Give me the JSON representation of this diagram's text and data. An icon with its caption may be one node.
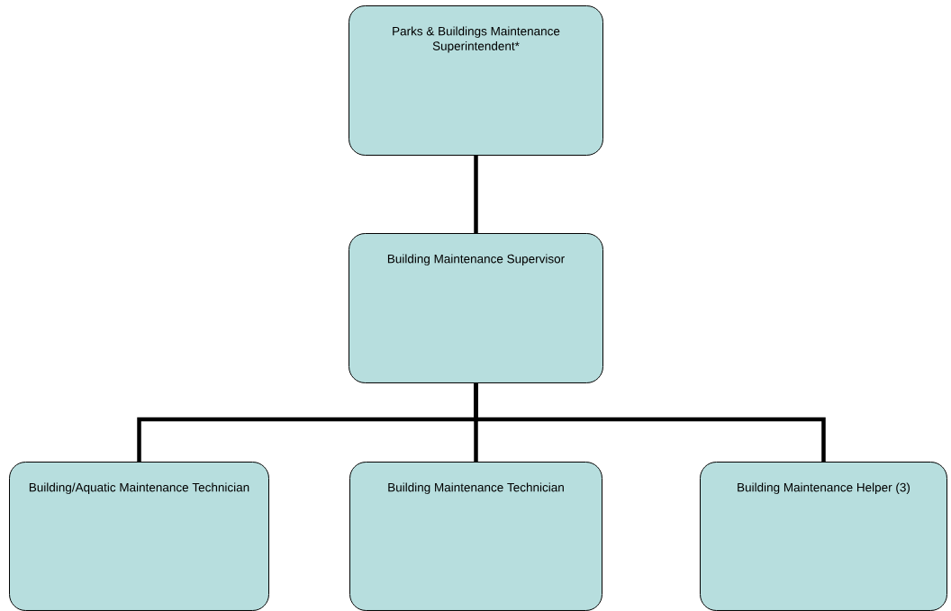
{
  "diagram": {
    "nodes": [
      {
        "text": [
          "Parks & Buildings Maintenance Superintendent*"
        ]
      },
      {
        "text": [
          "Building Maintenance Supervisor"
        ]
      },
      {
        "text": [
          "Building/Aquatic Maintenance Technician"
        ]
      },
      {
        "text": [
          "Building Maintenance Technician"
        ]
      },
      {
        "text": [
          "Building Maintenance Helper (3)"
        ]
      }
    ],
    "edges": [
      {
        "from": 0,
        "to": 1,
        "arrow": "none"
      },
      {
        "from": 1,
        "to": 2,
        "arrow": "none"
      },
      {
        "from": 1,
        "to": 3,
        "arrow": "none"
      },
      {
        "from": 1,
        "to": 4,
        "arrow": "none"
      }
    ]
  }
}
